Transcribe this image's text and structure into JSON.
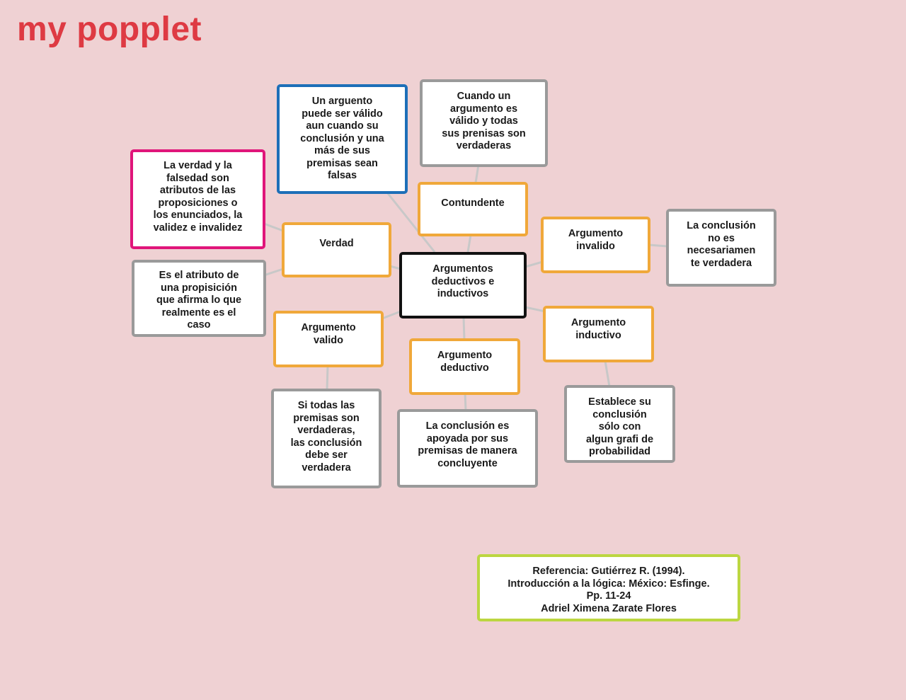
{
  "app": {
    "title": "my popplet"
  },
  "popples": {
    "center": {
      "text": "Argumentos\ndeductivos e\ninductivos",
      "color": "#111111"
    },
    "contundente": {
      "text": "Contundente",
      "color": "#f0a83a"
    },
    "contundente_def": {
      "text": "Cuando un\nargumento es\nválido y todas\nsus prenisas son\nverdaderas",
      "color": "#9a9a9a"
    },
    "verdad": {
      "text": "Verdad",
      "color": "#f0a83a"
    },
    "verdad_note": {
      "text": "Un arguento\npuede ser válido\naun cuando su\nconclusión y  una\nmás de sus\npremisas sean\nfalsas",
      "color": "#1d6fb8"
    },
    "verdad_attr": {
      "text": "La verdad y la\nfalsedad son\natributos de las\nproposiciones o\nlos enunciados, la\nvalidez e invalidez",
      "color": "#e0157a"
    },
    "verdad_def": {
      "text": "Es el atributo de\nuna propisición\nque afirma lo que\nrealmente es el\ncaso",
      "color": "#9a9a9a"
    },
    "invalido": {
      "text": "Argumento\ninvalido",
      "color": "#f0a83a"
    },
    "invalido_def": {
      "text": "La conclusión\nno es\nnecesariamen\nte verdadera",
      "color": "#9a9a9a"
    },
    "valido": {
      "text": "Argumento\nvalido",
      "color": "#f0a83a"
    },
    "valido_def": {
      "text": "Si todas las\npremisas son\nverdaderas,\nlas conclusión\ndebe ser\nverdadera",
      "color": "#9a9a9a"
    },
    "deductivo": {
      "text": "Argumento\ndeductivo",
      "color": "#f0a83a"
    },
    "deductivo_def": {
      "text": "La conclusión es\napoyada por sus\npremisas de manera\nconcluyente",
      "color": "#9a9a9a"
    },
    "inductivo": {
      "text": "Argumento\ninductivo",
      "color": "#f0a83a"
    },
    "inductivo_def": {
      "text": "Establece su\nconclusión\nsólo con\nalgun grafi de\nprobabilidad",
      "color": "#9a9a9a"
    },
    "referencia": {
      "text": "Referencia: Gutiérrez R. (1994).\nIntroducción a la lógica: México: Esfinge.\nPp. 11-24\nAdriel Ximena Zarate Flores",
      "color": "#bcd641"
    }
  },
  "connections": [
    [
      "center",
      "contundente"
    ],
    [
      "contundente",
      "contundente_def"
    ],
    [
      "center",
      "verdad_note"
    ],
    [
      "center",
      "verdad"
    ],
    [
      "verdad",
      "verdad_attr"
    ],
    [
      "verdad",
      "verdad_def"
    ],
    [
      "center",
      "invalido"
    ],
    [
      "invalido",
      "invalido_def"
    ],
    [
      "center",
      "valido"
    ],
    [
      "valido",
      "valido_def"
    ],
    [
      "center",
      "deductivo"
    ],
    [
      "deductivo",
      "deductivo_def"
    ],
    [
      "center",
      "inductivo"
    ],
    [
      "inductivo",
      "inductivo_def"
    ]
  ]
}
